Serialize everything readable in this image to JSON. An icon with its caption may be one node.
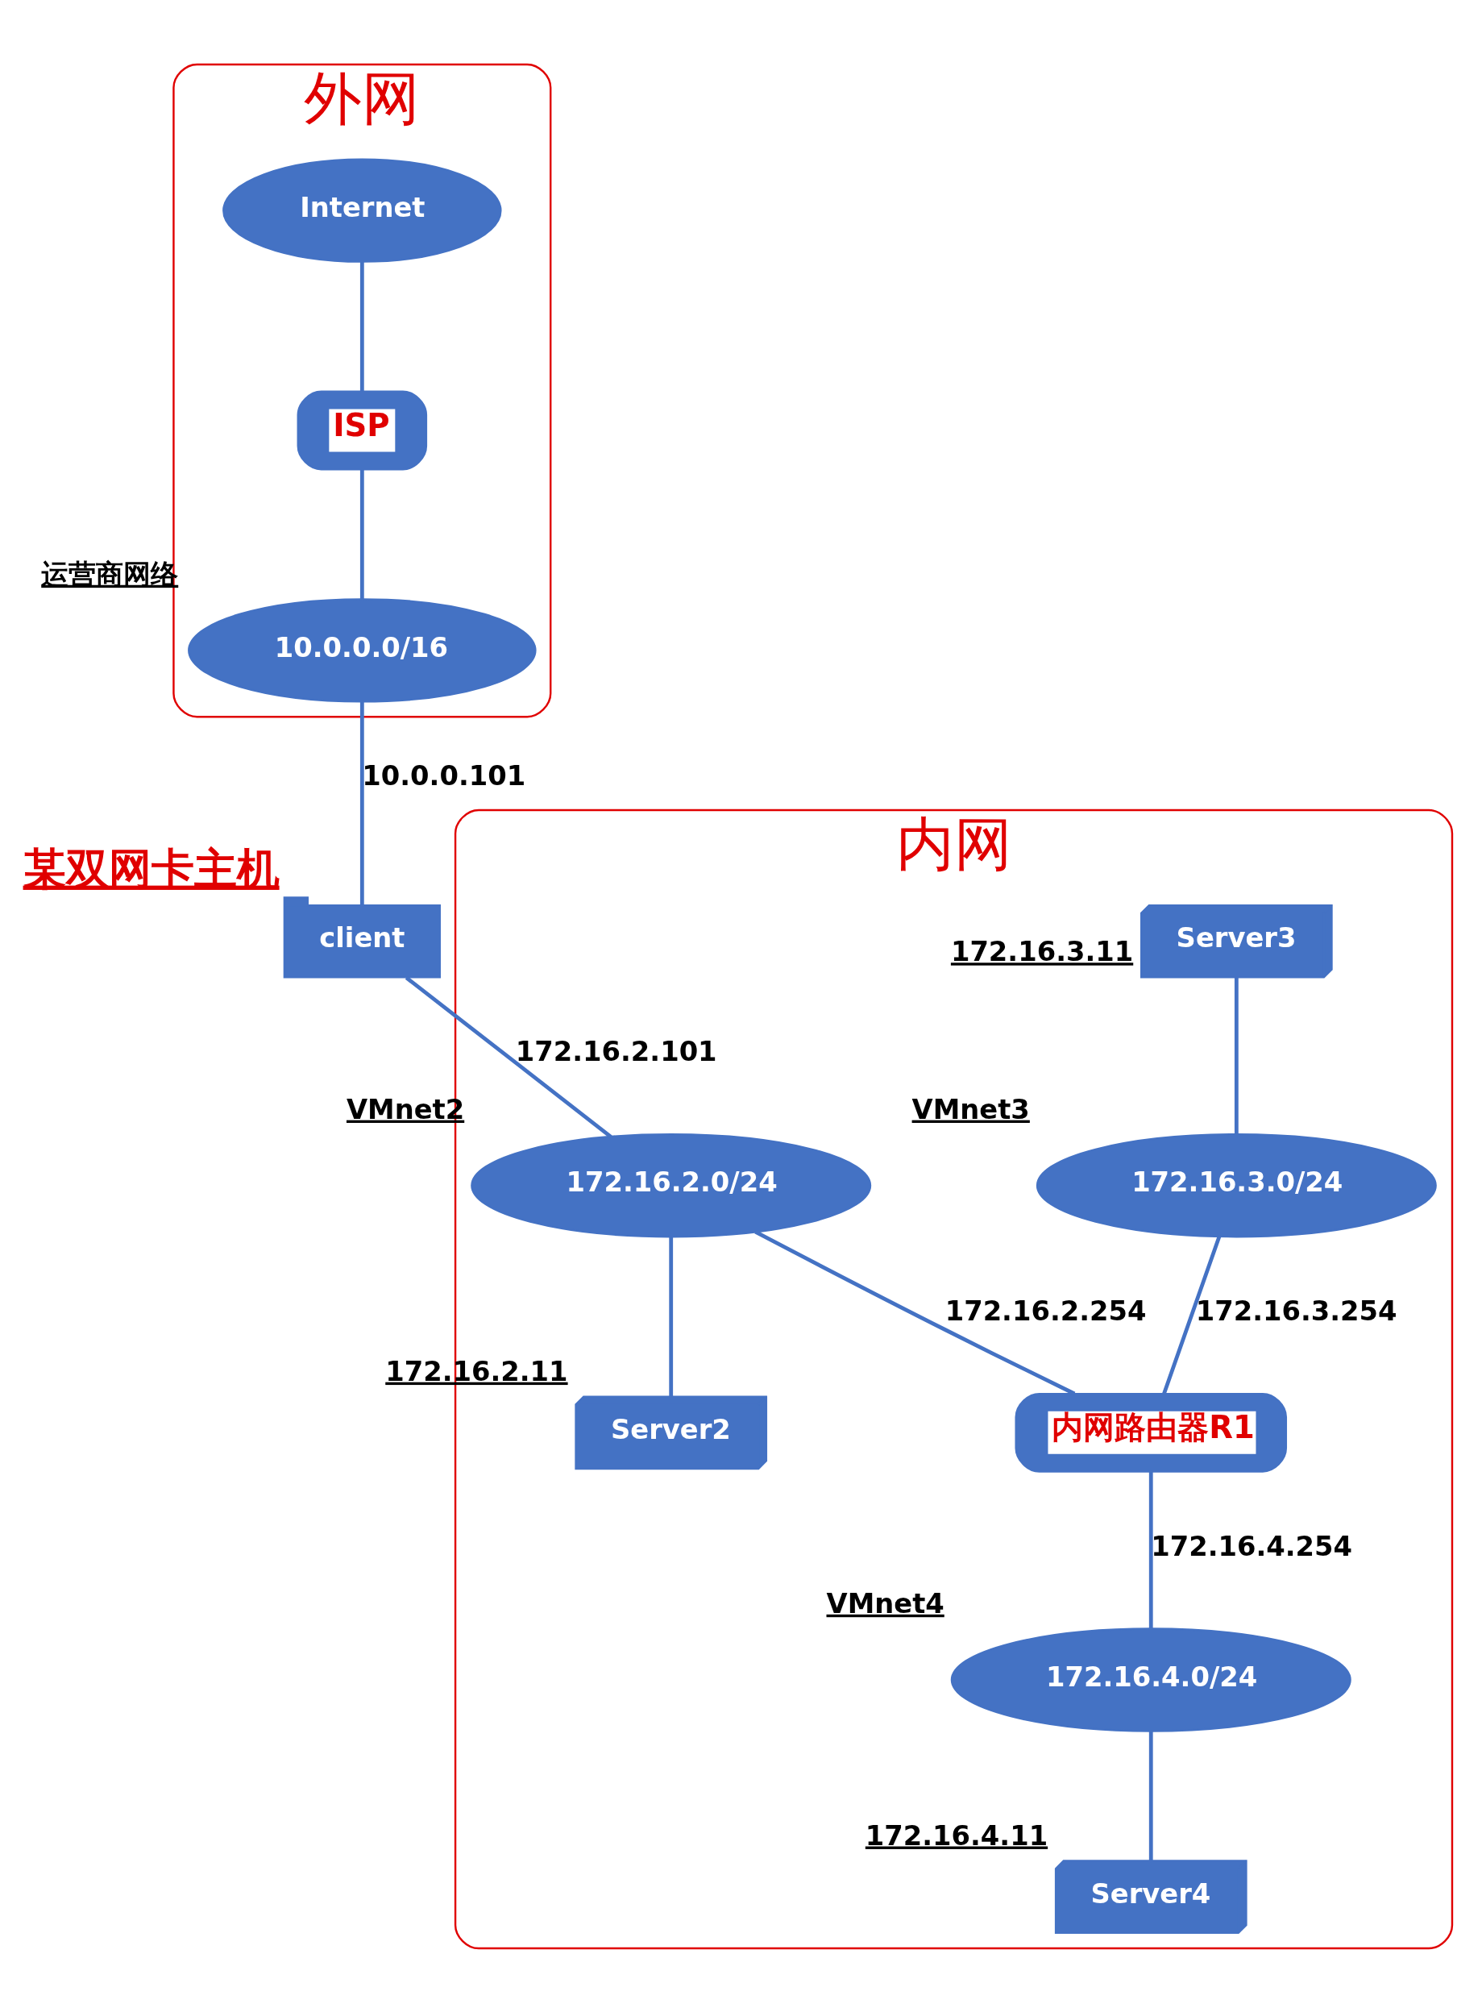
{
  "diagram": {
    "nodes": [
      {
        "text": [
          "外网"
        ]
      },
      {
        "text": [
          "Internet"
        ],
        "in": 0
      },
      {
        "text": [
          "ISP"
        ],
        "in": 0
      },
      {
        "text": [
          "10.0.0.0/16"
        ],
        "beside": [
          "运营商网络"
        ],
        "in": 0
      },
      {
        "text": [
          "内网"
        ]
      },
      {
        "text": [
          "Server3"
        ],
        "beside": [
          "172.16.3.11"
        ],
        "in": 4
      },
      {
        "text": [
          "172.16.3.0/24"
        ],
        "beside": [
          "VMnet3"
        ],
        "in": 4
      },
      {
        "text": [
          "内网路由器R1"
        ],
        "in": 4
      },
      {
        "text": [
          "172.16.4.0/24"
        ],
        "beside": [
          "VMnet4"
        ],
        "in": 4
      },
      {
        "text": [
          "Server4"
        ],
        "beside": [
          "172.16.4.11"
        ],
        "in": 4
      },
      {
        "text": [
          "172.16.2.0/24"
        ],
        "beside": [
          "VMnet2"
        ],
        "in": 4
      },
      {
        "text": [
          "Server2"
        ],
        "beside": [
          "172.16.2.11"
        ],
        "in": 4
      },
      {
        "text": [
          "client"
        ],
        "beside": [
          "某双网卡主机"
        ]
      }
    ],
    "edges": [
      {
        "from": 1,
        "to": 2,
        "arrow": "none"
      },
      {
        "from": 2,
        "to": 3,
        "arrow": "none"
      },
      {
        "from": 3,
        "to": 12,
        "arrow": "none",
        "label": "10.0.0.101"
      },
      {
        "from": 5,
        "to": 6,
        "arrow": "none"
      },
      {
        "from": 6,
        "to": 7,
        "arrow": "none",
        "label": "172.16.3.254"
      },
      {
        "from": 7,
        "to": 8,
        "arrow": "none",
        "label": "172.16.4.254"
      },
      {
        "from": 8,
        "to": 9,
        "arrow": "none"
      },
      {
        "from": 10,
        "to": 7,
        "arrow": "none",
        "label": "172.16.2.254"
      },
      {
        "from": 10,
        "to": 11,
        "arrow": "none"
      },
      {
        "from": 12,
        "to": 10,
        "arrow": "none",
        "label": "172.16.2.101"
      }
    ]
  }
}
